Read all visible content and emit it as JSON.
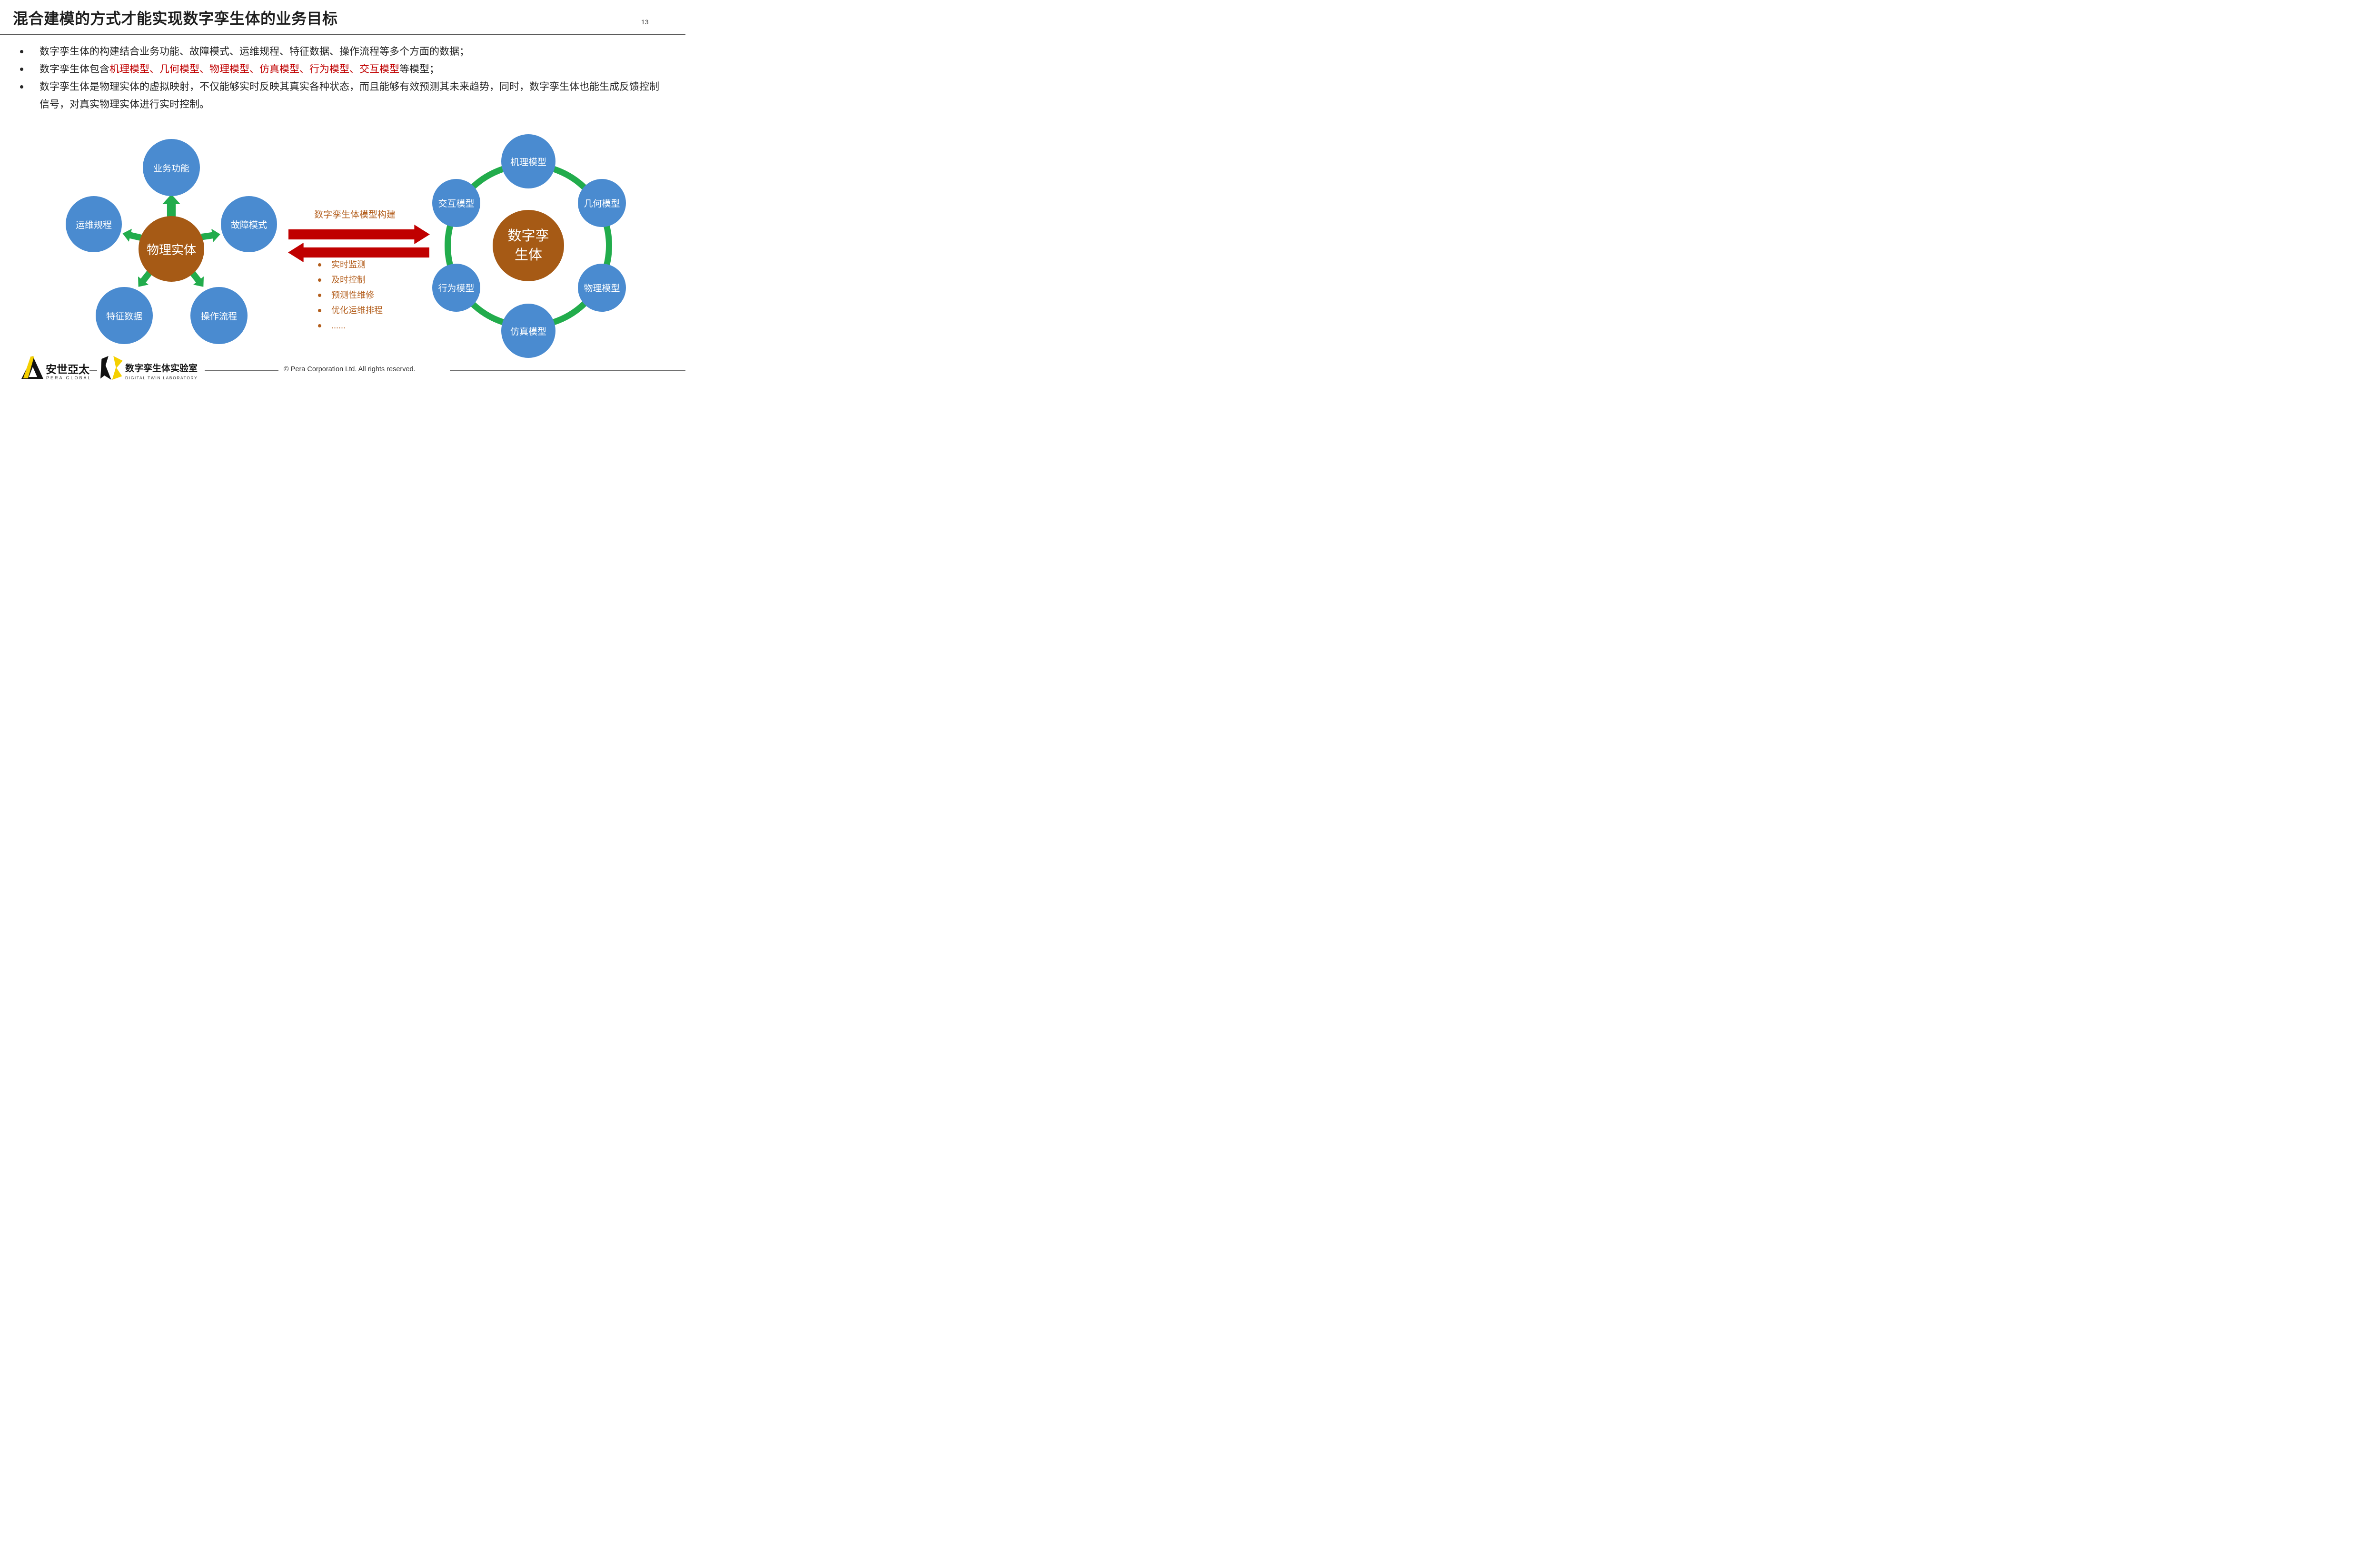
{
  "slide": {
    "title": "混合建模的方式才能实现数字孪生体的业务目标",
    "page_number": "13"
  },
  "bullets": {
    "b1": "数字孪生体的构建结合业务功能、故障模式、运维规程、特征数据、操作流程等多个方面的数据；",
    "b2_pre": "数字孪生体包含",
    "b2_red": "机理模型、几何模型、物理模型、仿真模型、行为模型、交互模型",
    "b2_post": "等模型；",
    "b3": "数字孪生体是物理实体的虚拟映射，不仅能够实时反映其真实各种状态，而且能够有效预测其未来趋势，同时，数字孪生体也能生成反馈控制信号，对真实物理实体进行实时控制。"
  },
  "left_diagram": {
    "center": "物理实体",
    "nodes": {
      "top": "业务功能",
      "left": "运维规程",
      "right": "故障模式",
      "bottom_left": "特征数据",
      "bottom_right": "操作流程"
    }
  },
  "middle": {
    "arrow_label": "数字孪生体模型构建",
    "benefits": [
      "实时监测",
      "及时控制",
      "预测性维修",
      "优化运维排程",
      "......"
    ]
  },
  "right_diagram": {
    "center_line1": "数字孪",
    "center_line2": "生体",
    "nodes": {
      "top": "机理模型",
      "upper_left": "交互模型",
      "upper_right": "几何模型",
      "lower_left": "行为模型",
      "lower_right": "物理模型",
      "bottom": "仿真模型"
    }
  },
  "footer": {
    "logo1_cn": "安世亞太",
    "logo1_en": "PERA GLOBAL",
    "logo2_cn": "数字孪生体实验室",
    "logo2_en": "DIGITAL TWIN LABORATORY",
    "copyright": "©  Pera Corporation Ltd. All rights reserved."
  },
  "colors": {
    "node_blue": "#4a8bd0",
    "center_brown": "#a65a15",
    "arrow_green": "#22ac4c",
    "arrow_red": "#c00000",
    "accent_text_brown": "#b35e1c",
    "red_text": "#c00000",
    "rule_gray": "#595959"
  }
}
